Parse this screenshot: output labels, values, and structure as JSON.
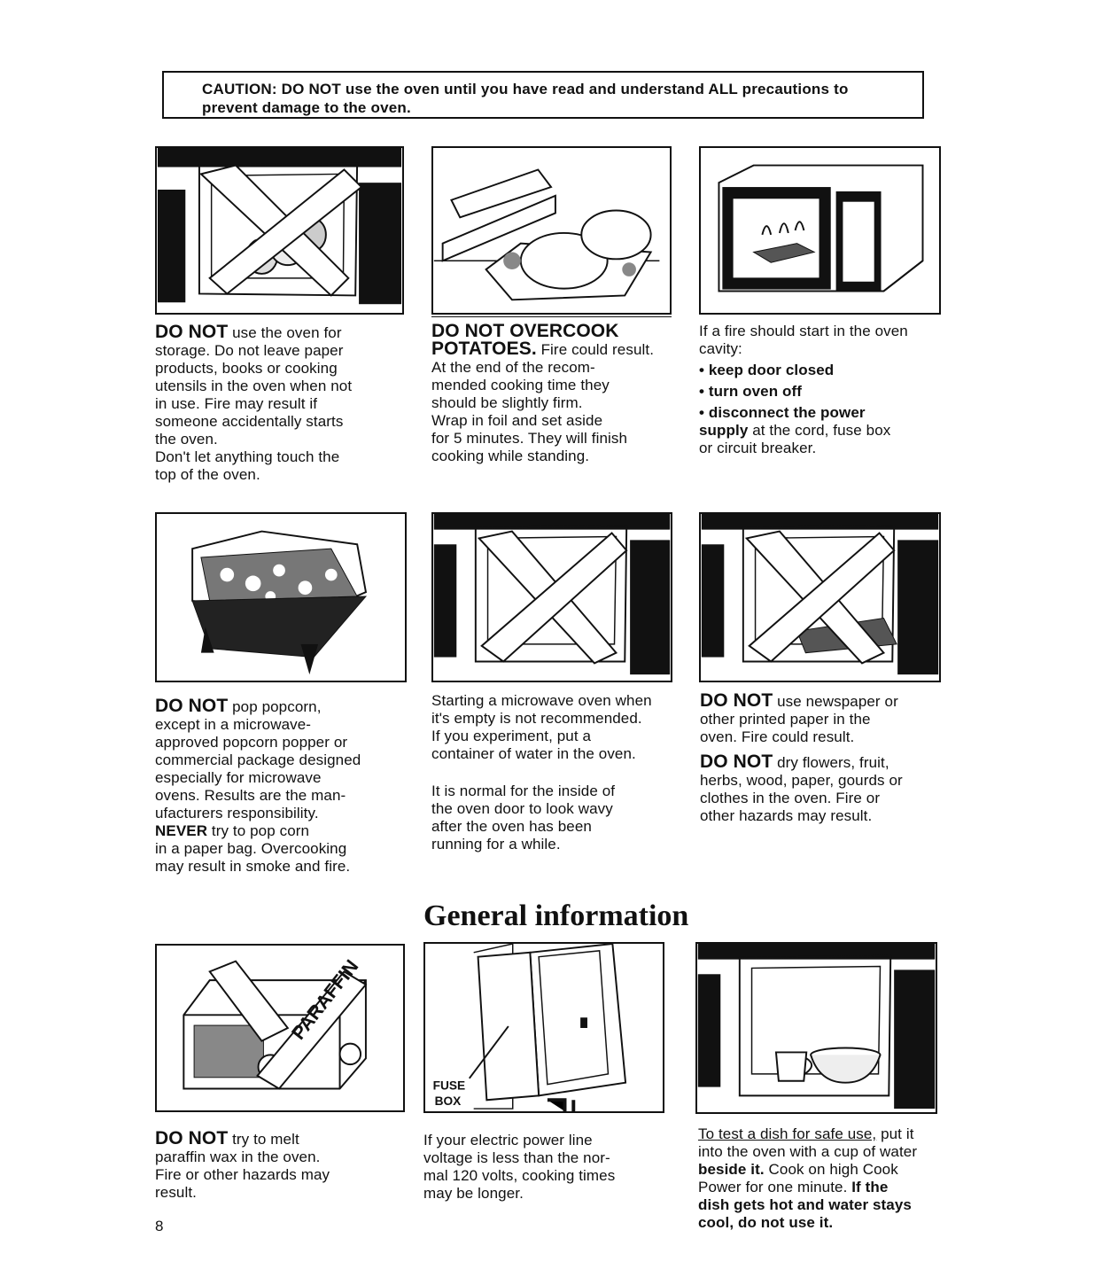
{
  "caution": {
    "line1": "CAUTION: DO NOT use the oven until you have read and understand ALL precautions to",
    "line2": "prevent damage to the oven."
  },
  "section1": {
    "storage": {
      "lead": "DO NOT",
      "rest": " use the oven for",
      "lines": [
        "storage. Do not leave paper",
        "products, books or cooking",
        "utensils in the oven when not",
        "in use. Fire may result if",
        "someone accidentally starts",
        "the oven.",
        "Don't let anything touch the",
        "top of the oven."
      ]
    },
    "potatoes": {
      "lead1": "DO NOT OVERCOOK",
      "lead2": "POTATOES.",
      "rest2": " Fire could result.",
      "lines": [
        "At the end of the recom-",
        "mended cooking time they",
        "should be slightly firm.",
        "Wrap in foil and set aside",
        "for 5 minutes. They will finish",
        "cooking while standing."
      ]
    },
    "fire": {
      "intro1": "If a fire should start in the oven",
      "intro2": "cavity:",
      "bullet1": "• keep door closed",
      "bullet2": "• turn oven off",
      "bullet3": "• disconnect the power",
      "bullet3b_bold": "supply",
      "bullet3b_rest": " at the cord, fuse box",
      "bullet3c": "or circuit breaker."
    }
  },
  "section2": {
    "popcorn": {
      "lead": "DO NOT",
      "rest": " pop popcorn,",
      "lines": [
        "except in a microwave-",
        "approved popcorn popper or",
        "commercial package designed",
        "especially for microwave",
        "ovens. Results are the man-",
        "ufacturers responsibility."
      ],
      "never": "NEVER",
      "never_rest": " try to pop corn",
      "lines2": [
        "in a paper bag. Overcooking",
        "may result in smoke and fire."
      ]
    },
    "empty": {
      "lines": [
        "Starting a microwave oven when",
        "it's empty is not recommended.",
        "If you experiment, put a",
        "container of water in the oven."
      ],
      "lines2": [
        "It is normal for the inside of",
        "the oven door to look wavy",
        "after the oven has been",
        "running for a while."
      ]
    },
    "newspaper": {
      "lead": "DO NOT",
      "rest": " use newspaper or",
      "lines": [
        "other printed paper in the",
        "oven. Fire could result."
      ],
      "lead2": "DO NOT",
      "rest2": " dry flowers, fruit,",
      "lines2": [
        "herbs, wood, paper, gourds or",
        "clothes in the oven. Fire or",
        "other hazards may result."
      ]
    }
  },
  "heading": "General information",
  "section3": {
    "paraffin": {
      "lead": "DO NOT",
      "rest": " try to melt",
      "lines": [
        "paraffin wax in the oven.",
        "Fire or other hazards may",
        "result."
      ],
      "label": "PARAFFIN"
    },
    "voltage": {
      "fuse1": "FUSE",
      "fuse2": "BOX",
      "lines": [
        "If your electric power line",
        "voltage is less than the nor-",
        "mal 120 volts, cooking times",
        "may be longer."
      ]
    },
    "dish": {
      "ul": "To test a dish for safe use,",
      "ul_rest": " put it",
      "l2": "into the oven with a cup of water",
      "l3_bold": "beside it.",
      "l3_rest": " Cook on high Cook",
      "l4_rest": "Power for one minute. ",
      "l4_bold": "If the",
      "l5": "dish gets hot and water stays",
      "l6": "cool, do not use it."
    }
  },
  "page_number": "8"
}
